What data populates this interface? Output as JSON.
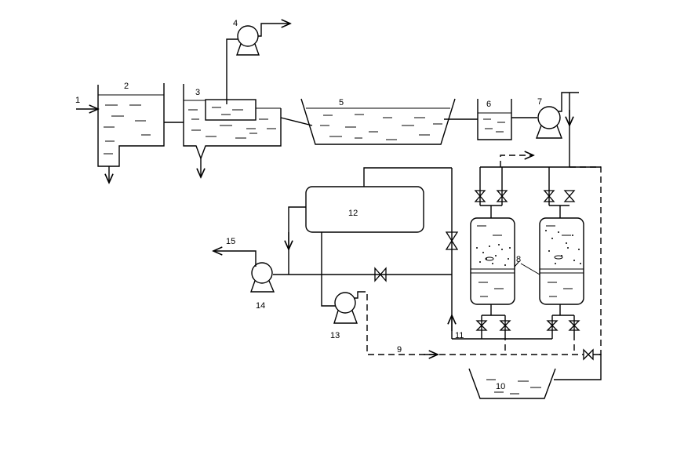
{
  "labels": {
    "n1": "1",
    "n2": "2",
    "n3": "3",
    "n4": "4",
    "n5": "5",
    "n6": "6",
    "n7": "7",
    "n8": "8",
    "n9": "9",
    "n10": "10",
    "n11": "11",
    "n12": "12",
    "n13": "13",
    "n14": "14",
    "n15": "15"
  }
}
